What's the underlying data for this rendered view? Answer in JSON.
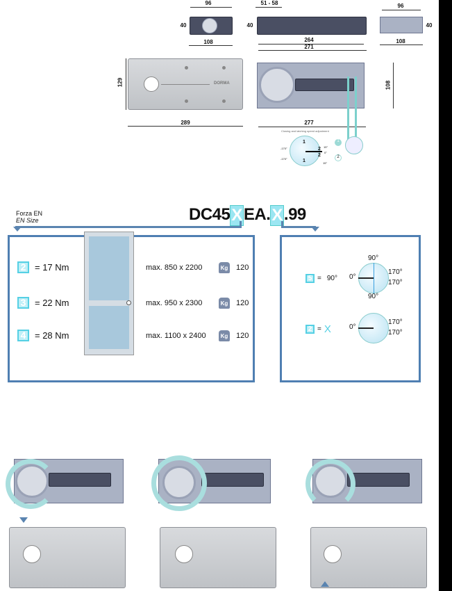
{
  "top_views": {
    "left": {
      "width_top": "96",
      "height": "40",
      "width_bottom": "108"
    },
    "middle": {
      "offset": "51 - 58",
      "height": "40",
      "length_inner": "264",
      "length_outer": "271"
    },
    "right": {
      "width_top": "96",
      "height": "40",
      "width_bottom": "108"
    }
  },
  "plan_views": {
    "cover": {
      "height": "129",
      "length": "289",
      "brand": "DORMA"
    },
    "mechanism": {
      "height": "108",
      "length": "277",
      "note": "Closing and latching speed adjustment"
    }
  },
  "speed_diagram": {
    "zone_labels": [
      "1",
      "2",
      "2",
      "1"
    ],
    "angles": [
      "-170°",
      "-170°",
      "15°",
      "0°",
      "15°"
    ],
    "valves": [
      "1",
      "2"
    ]
  },
  "en_size": {
    "label_it": "Forza EN",
    "label_en": "EN Size"
  },
  "model_code": {
    "prefix": "DC45",
    "x1": "X",
    "middle": "EA.",
    "x2": "X",
    "suffix": ".99"
  },
  "sizes": [
    {
      "num": "2",
      "torque": "= 17 Nm",
      "max": "max. 850 x 2200",
      "kg_icon": "Kg",
      "weight": "120"
    },
    {
      "num": "3",
      "torque": "= 22 Nm",
      "max": "max. 950 x 2300",
      "kg_icon": "Kg",
      "weight": "120"
    },
    {
      "num": "4",
      "torque": "= 28 Nm",
      "max": "max. 1100 x 2400",
      "kg_icon": "Kg",
      "weight": "120"
    }
  ],
  "holdopen": [
    {
      "num": "5",
      "eq": "=",
      "value": "90°",
      "angles": {
        "top": "90°",
        "left": "0°",
        "r1": "170°",
        "r2": "170°",
        "bottom": "90°"
      }
    },
    {
      "num": "2",
      "eq": "=",
      "value": "X",
      "angles": {
        "left": "0°",
        "r1": "170°",
        "r2": "170°"
      }
    }
  ],
  "colors": {
    "accent": "#55d0e4",
    "frame": "#4f7fb2"
  }
}
